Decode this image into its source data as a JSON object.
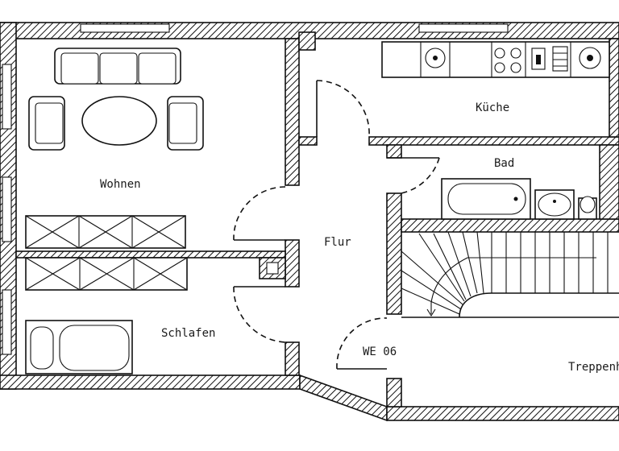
{
  "plan": {
    "rooms": {
      "wohnen": "Wohnen",
      "kueche": "Küche",
      "bad": "Bad",
      "flur": "Flur",
      "schlafen": "Schlafen",
      "unit": "WE 06",
      "treppenhaus": "Treppenh"
    }
  }
}
